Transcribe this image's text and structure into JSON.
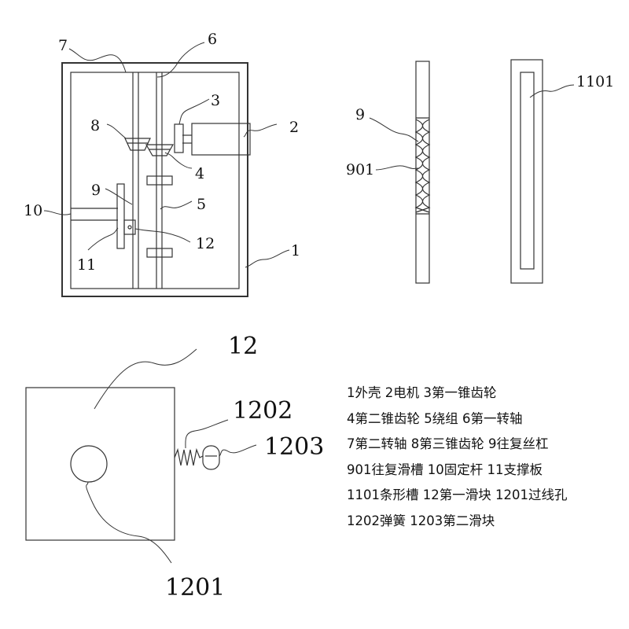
{
  "callouts": {
    "n1": "1",
    "n2": "2",
    "n3": "3",
    "n4": "4",
    "n5": "5",
    "n6": "6",
    "n7": "7",
    "n8": "8",
    "n9": "9",
    "n10": "10",
    "n11": "11",
    "n12": "12",
    "n9_side": "9",
    "n901": "901",
    "n1101": "1101",
    "n12_detail": "12",
    "n1202": "1202",
    "n1203": "1203",
    "n1201": "1201"
  },
  "legend": [
    "1外壳  2电机  3第一锥齿轮",
    "4第二锥齿轮  5绕组  6第一转轴",
    "7第二转轴  8第三锥齿轮  9往复丝杠",
    "901往复滑槽  10固定杆  11支撑板",
    "1101条形槽  12第一滑块  1201过线孔",
    "1202弹簧  1203第二滑块"
  ]
}
